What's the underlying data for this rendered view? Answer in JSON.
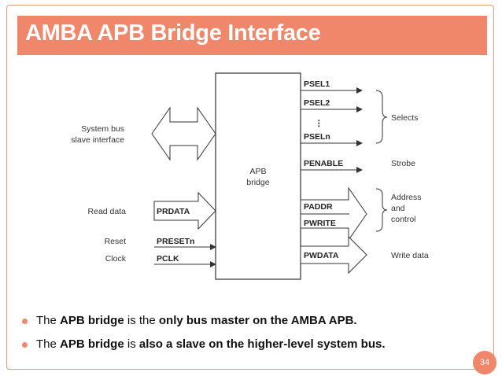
{
  "slide": {
    "title": "AMBA APB Bridge Interface",
    "page_number": "34"
  },
  "diagram": {
    "block_label_1": "APB",
    "block_label_2": "bridge",
    "left_labels": {
      "system_bus_1": "System bus",
      "system_bus_2": "slave interface",
      "read_data": "Read data",
      "reset": "Reset",
      "clock": "Clock"
    },
    "left_signals": {
      "prdata": "PRDATA",
      "presetn": "PRESETn",
      "pclk": "PCLK"
    },
    "right_signals": {
      "psel1": "PSEL1",
      "psel2": "PSEL2",
      "dots": "⋮",
      "pseln": "PSELn",
      "penable": "PENABLE",
      "paddr": "PADDR",
      "pwrite": "PWRITE",
      "pwdata": "PWDATA"
    },
    "right_labels": {
      "selects": "Selects",
      "strobe": "Strobe",
      "address": "Address",
      "and": "and",
      "control": "control",
      "write_data": "Write data"
    }
  },
  "bullets": [
    {
      "parts": [
        {
          "text": "The ",
          "bold": false
        },
        {
          "text": "APB bridge",
          "bold": true
        },
        {
          "text": " is the ",
          "bold": false
        },
        {
          "text": "only bus master on the AMBA APB.",
          "bold": true
        }
      ]
    },
    {
      "parts": [
        {
          "text": "The ",
          "bold": false
        },
        {
          "text": "APB bridge",
          "bold": true
        },
        {
          "text": " is ",
          "bold": false
        },
        {
          "text": "also a slave on the higher-level system bus.",
          "bold": true
        }
      ]
    }
  ]
}
